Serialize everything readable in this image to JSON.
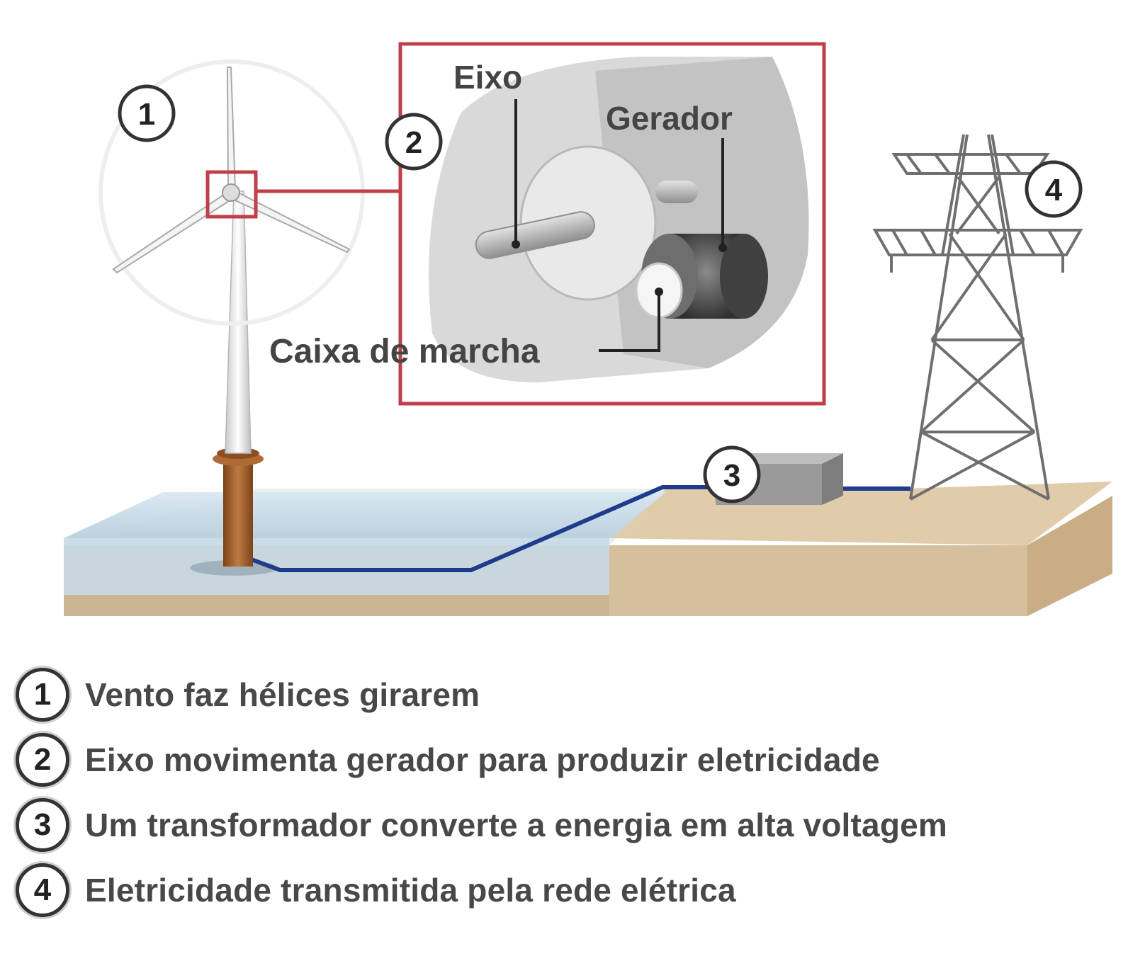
{
  "diagram": {
    "steps": [
      {
        "number": "1",
        "text": "Vento faz hélices girarem"
      },
      {
        "number": "2",
        "text": "Eixo movimenta gerador para produzir eletricidade"
      },
      {
        "number": "3",
        "text": "Um transformador converte a energia em alta voltagem"
      },
      {
        "number": "4",
        "text": "Eletricidade transmitida pela rede elétrica"
      }
    ],
    "inset_labels": {
      "shaft": "Eixo",
      "generator": "Gerador",
      "gearbox": "Caixa de marcha"
    },
    "colors": {
      "highlight_frame": "#c0404a",
      "cable": "#1f3b8c",
      "water": "#cfe0ec",
      "ground": "#d8c3a2",
      "tower_base": "#a4612f"
    }
  }
}
